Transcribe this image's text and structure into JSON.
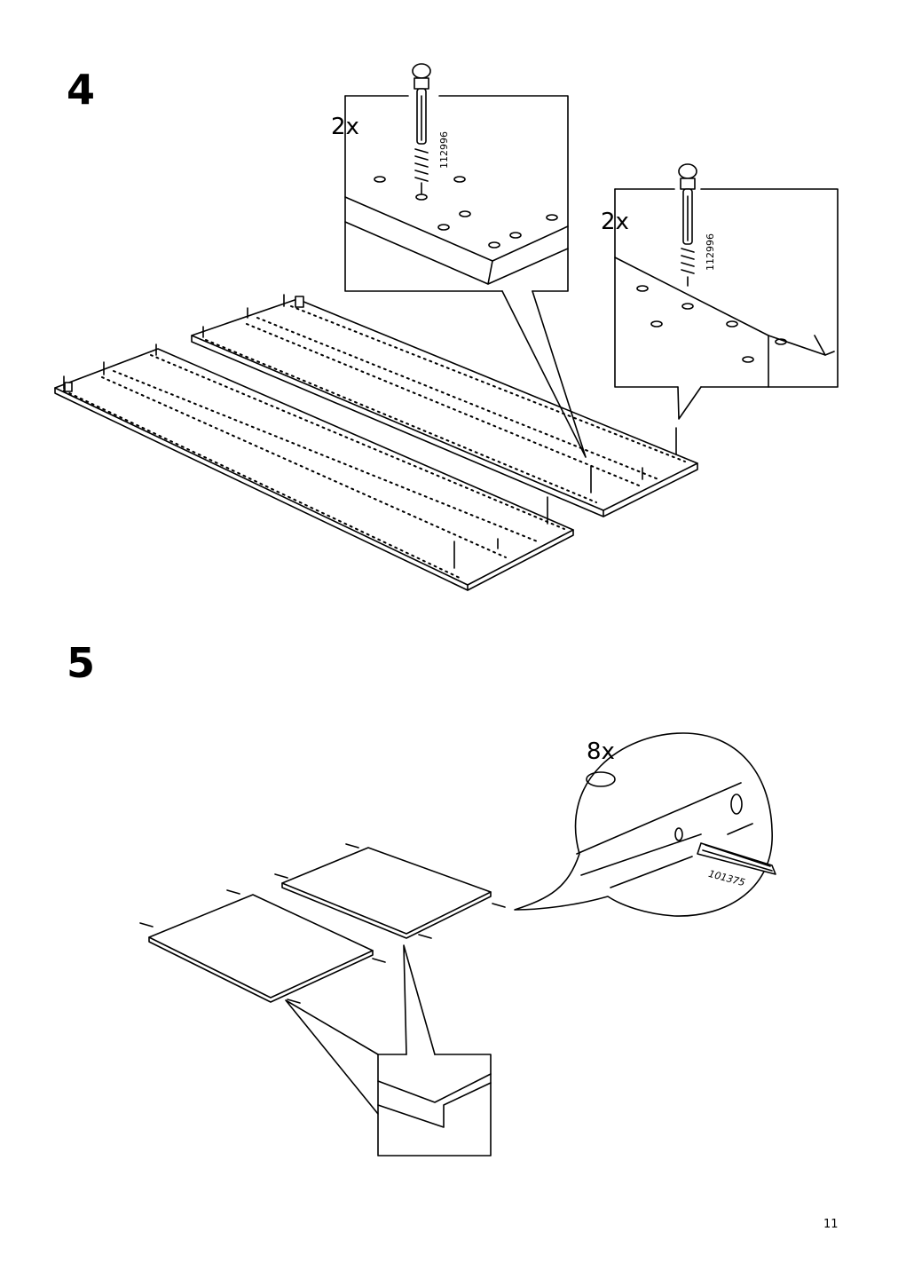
{
  "step4": {
    "number": "4",
    "callout_left": {
      "quantity": "2x",
      "part_number": "112996",
      "icon": "cam-lock-dowel-icon"
    },
    "callout_right": {
      "quantity": "2x",
      "part_number": "112996",
      "icon": "cam-lock-dowel-icon"
    }
  },
  "step5": {
    "number": "5",
    "callout_circle": {
      "quantity": "8x",
      "part_number": "101375",
      "icon": "wooden-dowel-icon"
    }
  },
  "page": {
    "number": "11"
  }
}
